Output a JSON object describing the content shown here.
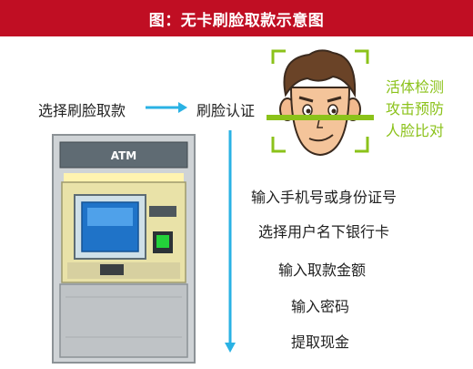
{
  "title": "图：无卡刷脸取款示意图",
  "step_start": "选择刷脸取款",
  "step_auth": "刷脸认证",
  "anti_attack": [
    "活体检测",
    "攻击预防",
    "人脸比对"
  ],
  "flow_steps": [
    "输入手机号或身份证号",
    "选择用户名下银行卡",
    "输入取款金额",
    "输入密码",
    "提取现金"
  ],
  "atm_label": "ATM",
  "colors": {
    "banner": "#c00e23",
    "accent_blue": "#2ab2e4",
    "accent_green": "#8bc21a"
  }
}
